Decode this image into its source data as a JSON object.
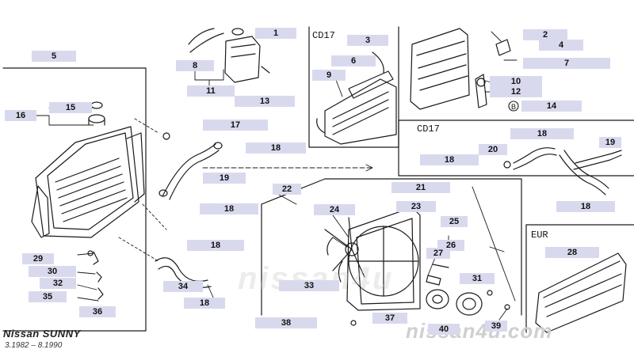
{
  "sections": {
    "cd17_top": "CD17",
    "cd17_mid": "CD17",
    "eur": "EUR"
  },
  "callouts": [
    {
      "id": "c1",
      "text": "1"
    },
    {
      "id": "c2",
      "text": "2"
    },
    {
      "id": "c3",
      "text": "3"
    },
    {
      "id": "c4",
      "text": "4"
    },
    {
      "id": "c5",
      "text": "5"
    },
    {
      "id": "c6",
      "text": "6"
    },
    {
      "id": "c7",
      "text": "7"
    },
    {
      "id": "c8",
      "text": "8"
    },
    {
      "id": "c9",
      "text": "9"
    },
    {
      "id": "c10",
      "text": "10"
    },
    {
      "id": "c11",
      "text": "11"
    },
    {
      "id": "c12",
      "text": "12"
    },
    {
      "id": "c13",
      "text": "13"
    },
    {
      "id": "c14",
      "text": "14"
    },
    {
      "id": "c15",
      "text": "15"
    },
    {
      "id": "c16",
      "text": "16"
    },
    {
      "id": "c17",
      "text": "17"
    },
    {
      "id": "c18a",
      "text": "18"
    },
    {
      "id": "c18b",
      "text": "18"
    },
    {
      "id": "c18c",
      "text": "18"
    },
    {
      "id": "c18d",
      "text": "18"
    },
    {
      "id": "c18e",
      "text": "18"
    },
    {
      "id": "c18f",
      "text": "18"
    },
    {
      "id": "c18g",
      "text": "18"
    },
    {
      "id": "c19a",
      "text": "19"
    },
    {
      "id": "c19b",
      "text": "19"
    },
    {
      "id": "c20",
      "text": "20"
    },
    {
      "id": "c21",
      "text": "21"
    },
    {
      "id": "c22",
      "text": "22"
    },
    {
      "id": "c23",
      "text": "23"
    },
    {
      "id": "c24",
      "text": "24"
    },
    {
      "id": "c25",
      "text": "25"
    },
    {
      "id": "c26",
      "text": "26"
    },
    {
      "id": "c27",
      "text": "27"
    },
    {
      "id": "c28",
      "text": "28"
    },
    {
      "id": "c29",
      "text": "29"
    },
    {
      "id": "c30",
      "text": "30"
    },
    {
      "id": "c31",
      "text": "31"
    },
    {
      "id": "c32",
      "text": "32"
    },
    {
      "id": "c33",
      "text": "33"
    },
    {
      "id": "c34",
      "text": "34"
    },
    {
      "id": "c35",
      "text": "35"
    },
    {
      "id": "c36",
      "text": "36"
    },
    {
      "id": "c37",
      "text": "37"
    },
    {
      "id": "c38",
      "text": "38"
    },
    {
      "id": "c39",
      "text": "39"
    },
    {
      "id": "c40",
      "text": "40"
    }
  ],
  "circled_marker": "B",
  "brand_title": "Nissan SUNNY",
  "date_range": "3.1982 – 8.1990",
  "watermark": "nissan4u.com",
  "watermark_faint": "nissan4u"
}
